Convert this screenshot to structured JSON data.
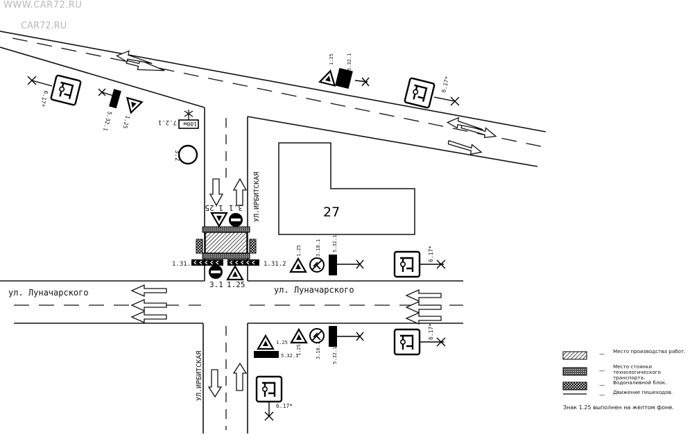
{
  "watermark": {
    "top": "WWW.CAR72.RU",
    "logo": "CAR72.RU"
  },
  "streets": {
    "lunacharsky_left": "ул. Луначарского",
    "lunacharsky_right": "ул. Луначарского",
    "irbitskaya_north": "УЛ.ИРБИТСКАЯ",
    "irbitskaya_south": "УЛ.ИРБИТСКАЯ"
  },
  "building": {
    "number": "27"
  },
  "sign_codes": {
    "s125": "1.25",
    "s31": "3.1",
    "s32": "3.2",
    "s1312": "1.31.2",
    "s3181": "3.18.1",
    "s5321": "5.32.1",
    "s617": "6.17*",
    "s721": "7.2.1",
    "s100m": "100м"
  },
  "legend": [
    {
      "icon": "hatch",
      "text": "Место производства работ."
    },
    {
      "icon": "cross-hatch",
      "text": "Место стоянки технологического транспорта."
    },
    {
      "icon": "block",
      "text": "Водоналивной блок."
    },
    {
      "icon": "arrow",
      "text": "Движение пешеходов."
    }
  ],
  "legend_dash": "—",
  "legend_note": "Знак 1.25 выполнен на желтом фоне."
}
